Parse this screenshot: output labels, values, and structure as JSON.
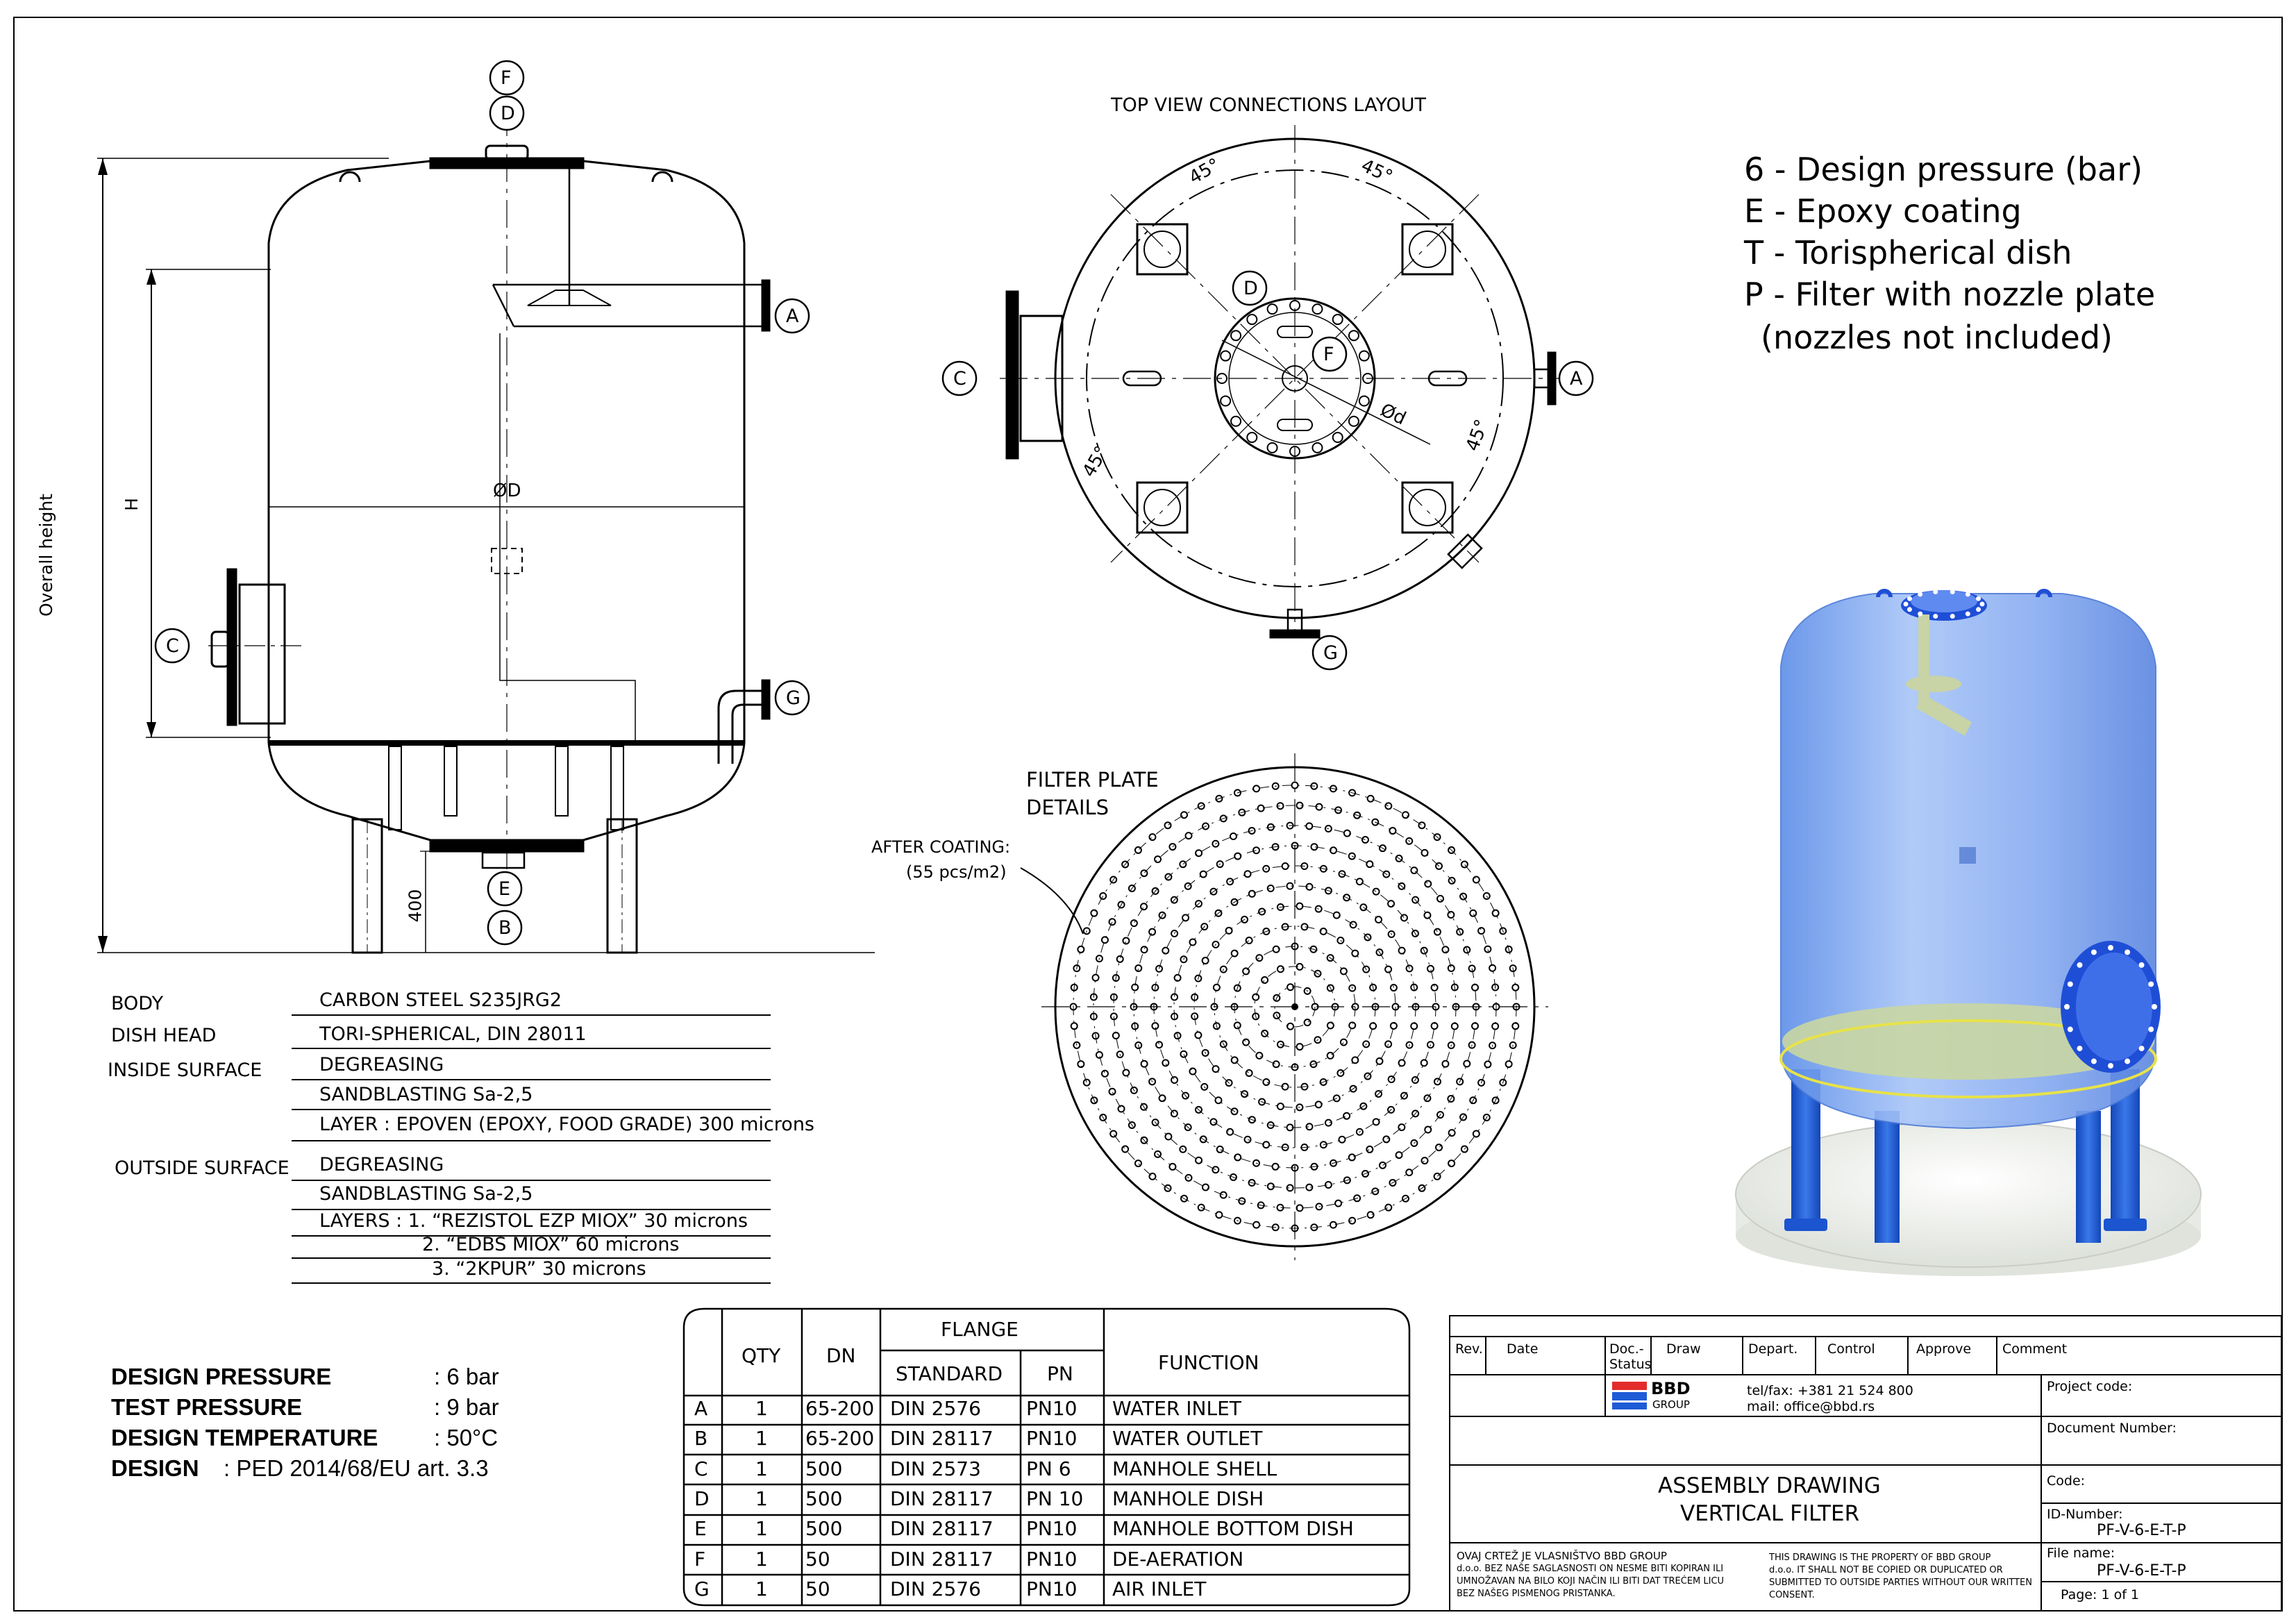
{
  "top_view_title": "TOP VIEW CONNECTIONS LAYOUT",
  "filter_plate_title": [
    "FILTER PLATE",
    "DETAILS"
  ],
  "after_coating": [
    "AFTER COATING:",
    "(55 pcs/m2)"
  ],
  "legend": [
    "6 - Design pressure (bar)",
    "E - Epoxy coating",
    "T - Torispherical dish",
    "P - Filter with nozzle plate",
    "(nozzles not included)"
  ],
  "side_view": {
    "overall_height": "Overall height",
    "H": "H",
    "diameter": "ØD",
    "leg_height": "400"
  },
  "top_view": {
    "angle": "45°",
    "small_diameter": "Ød"
  },
  "markers": [
    "F",
    "D",
    "A",
    "C",
    "G",
    "E",
    "B"
  ],
  "specs": [
    {
      "label": "BODY",
      "value": "CARBON STEEL S235JRG2"
    },
    {
      "label": "DISH HEAD",
      "value": "TORI-SPHERICAL, DIN 28011"
    },
    {
      "label": "INSIDE SURFACE",
      "value": "DEGREASING"
    },
    {
      "label": "",
      "value": "SANDBLASTING Sa-2,5"
    },
    {
      "label": "",
      "value": "LAYER : EPOVEN (EPOXY, FOOD GRADE) 300 microns"
    },
    {
      "label": "OUTSIDE SURFACE",
      "value": "DEGREASING"
    },
    {
      "label": "",
      "value": "SANDBLASTING Sa-2,5"
    },
    {
      "label": "",
      "value": "LAYERS   :  1. “REZISTOL EZP MIOX” 30 microns"
    },
    {
      "label": "",
      "value": "2. “EDBS MIOX” 60 microns"
    },
    {
      "label": "",
      "value": "3. “2KPUR” 30 microns"
    }
  ],
  "design": [
    {
      "label": "DESIGN PRESSURE",
      "value": ": 6 bar"
    },
    {
      "label": "TEST PRESSURE",
      "value": ": 9 bar"
    },
    {
      "label": "DESIGN TEMPERATURE",
      "value": ": 50°C"
    },
    {
      "label": "DESIGN",
      "value": ": PED 2014/68/EU art. 3.3"
    }
  ],
  "connections": {
    "headers": {
      "qty": "QTY",
      "dn": "DN",
      "flange": "FLANGE",
      "standard": "STANDARD",
      "pn": "PN",
      "function": "FUNCTION"
    },
    "rows": [
      {
        "id": "A",
        "qty": "1",
        "dn": "65-200",
        "standard": "DIN 2576",
        "pn": "PN10",
        "function": "WATER INLET"
      },
      {
        "id": "B",
        "qty": "1",
        "dn": "65-200",
        "standard": "DIN 28117",
        "pn": "PN10",
        "function": "WATER OUTLET"
      },
      {
        "id": "C",
        "qty": "1",
        "dn": "500",
        "standard": "DIN 2573",
        "pn": "PN 6",
        "function": "MANHOLE SHELL"
      },
      {
        "id": "D",
        "qty": "1",
        "dn": "500",
        "standard": "DIN 28117",
        "pn": "PN 10",
        "function": "MANHOLE DISH"
      },
      {
        "id": "E",
        "qty": "1",
        "dn": "500",
        "standard": "DIN 28117",
        "pn": "PN10",
        "function": "MANHOLE BOTTOM DISH"
      },
      {
        "id": "F",
        "qty": "1",
        "dn": "50",
        "standard": "DIN 28117",
        "pn": "PN10",
        "function": "DE-AERATION"
      },
      {
        "id": "G",
        "qty": "1",
        "dn": "50",
        "standard": "DIN 2576",
        "pn": "PN10",
        "function": "AIR INLET"
      }
    ]
  },
  "title_block": {
    "rev_headers": [
      "Rev.",
      "Date",
      "Doc.-Status",
      "Draw",
      "Depart.",
      "Control",
      "Approve",
      "Comment"
    ],
    "company": "BBD",
    "company_sub": "GROUP",
    "contact_tel": "tel/fax: +381 21 524 800",
    "contact_mail": "mail: office@bbd.rs",
    "project_code_label": "Project code:",
    "document_number_label": "Document Number:",
    "drawing_title_1": "ASSEMBLY DRAWING",
    "drawing_title_2": "VERTICAL FILTER",
    "code_label": "Code:",
    "id_label": "ID-Number:",
    "id_value": "PF-V-6-E-T-P",
    "file_label": "File name:",
    "file_value": "PF-V-6-E-T-P",
    "page": "Page:   1 of 1",
    "notice_sr": [
      "OVAJ CRTEŽ JE VLASNIŠTVO BBD GROUP",
      "d.o.o. BEZ NAŠE SAGLASNOSTI ON NESME BITI KOPIRAN ILI",
      "UMNOŽAVAN NA BILO KOJI NAČIN ILI BITI DAT TREĆEM LICU",
      "BEZ NAŠEG PISMENOG PRISTANKA."
    ],
    "notice_en": [
      "THIS DRAWING IS THE PROPERTY OF BBD GROUP",
      "d.o.o. IT SHALL NOT BE COPIED OR DUPLICATED OR",
      "SUBMITTED TO OUTSIDE PARTIES WITHOUT OUR WRITTEN",
      "CONSENT."
    ]
  },
  "colors": {
    "vessel": "#7da7f0",
    "legs": "#1f5fd6",
    "base": "#f0f2ee",
    "plate": "#c9d6a2",
    "flange": "#1f4ed6"
  }
}
